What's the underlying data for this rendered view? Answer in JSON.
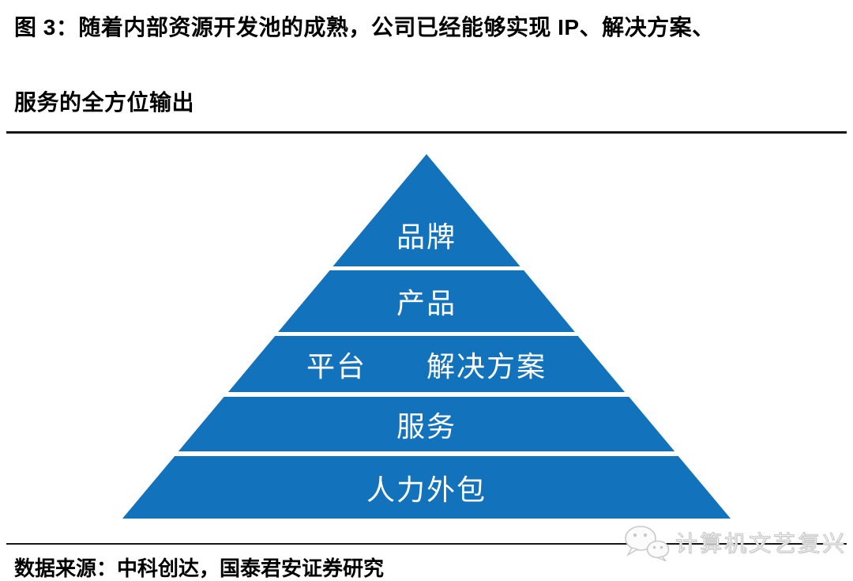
{
  "figure": {
    "title_line1": "图 3：随着内部资源开发池的成熟，公司已经能够实现 IP、解决方案、",
    "title_line2": "服务的全方位输出"
  },
  "pyramid": {
    "type": "pyramid-diagram",
    "levels_top_to_bottom": [
      "品牌",
      "产品",
      "平台　　解决方案",
      "服务",
      "人力外包"
    ],
    "layers": [
      {
        "label": "品牌"
      },
      {
        "label": "产品"
      },
      {
        "label": "平台　　解决方案"
      },
      {
        "label": "服务"
      },
      {
        "label": "人力外包"
      }
    ],
    "fill_color": "#1272BC",
    "label_color": "#FFFFFF"
  },
  "watermark": {
    "text": "计算机文艺复兴",
    "icon": "wechat-icon",
    "color": "#CCCCCC"
  },
  "footer": {
    "source": "数据来源：中科创达，国泰君安证券研究"
  }
}
